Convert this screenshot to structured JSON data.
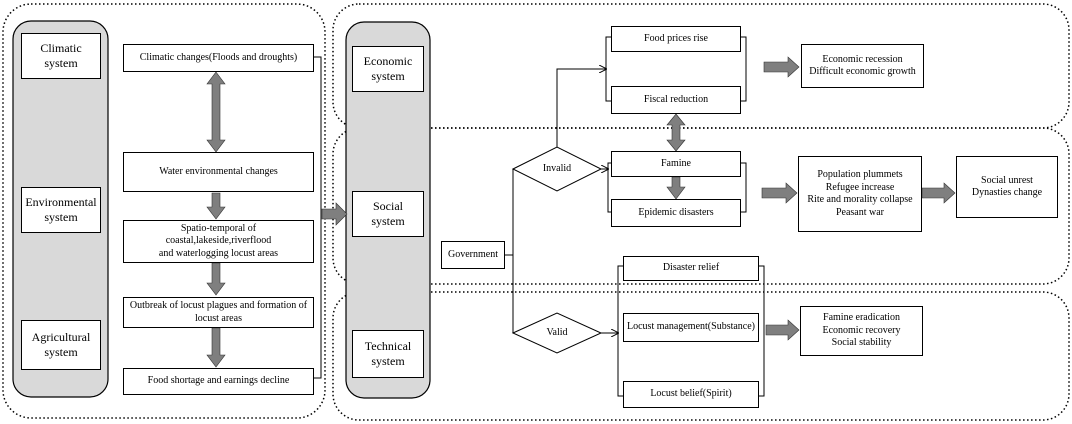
{
  "left_panel": {
    "systems": [
      "Climatic system",
      "Environmental system",
      "Agricultural system"
    ],
    "chain": [
      "Climatic changes(Floods and droughts)",
      "Water environmental changes",
      "Spatio-temporal of coastal,lakeside,riverflood\nand waterlogging locust areas",
      "Outbreak of locust plagues and formation of\nlocust areas",
      "Food shortage  and earnings decline"
    ]
  },
  "middle_panel": {
    "systems": [
      "Economic\nsystem",
      "Social\nsystem",
      "Technical\nsystem"
    ]
  },
  "government": "Government",
  "invalid": "Invalid",
  "valid": "Valid",
  "economic_effects": [
    "Food prices rise",
    "Fiscal reduction"
  ],
  "economic_outcome": "Economic recession\nDifficult economic growth",
  "social_effects": [
    "Famine",
    "Epidemic disasters"
  ],
  "social_outcome": "Population plummets\nRefugee increase\nRite and morality collapse\nPeasant war",
  "final_outcome": "Social unrest\nDynasties change",
  "measures": [
    "Disaster relief",
    "Locust management(Substance)",
    "Locust belief(Spirit)"
  ],
  "valid_outcome": "Famine eradication\nEconomic recovery\nSocial stability",
  "colors": {
    "panel_fill": "#d9d9d9",
    "arrow_fill": "#7f7f7f",
    "stroke": "#000000"
  }
}
